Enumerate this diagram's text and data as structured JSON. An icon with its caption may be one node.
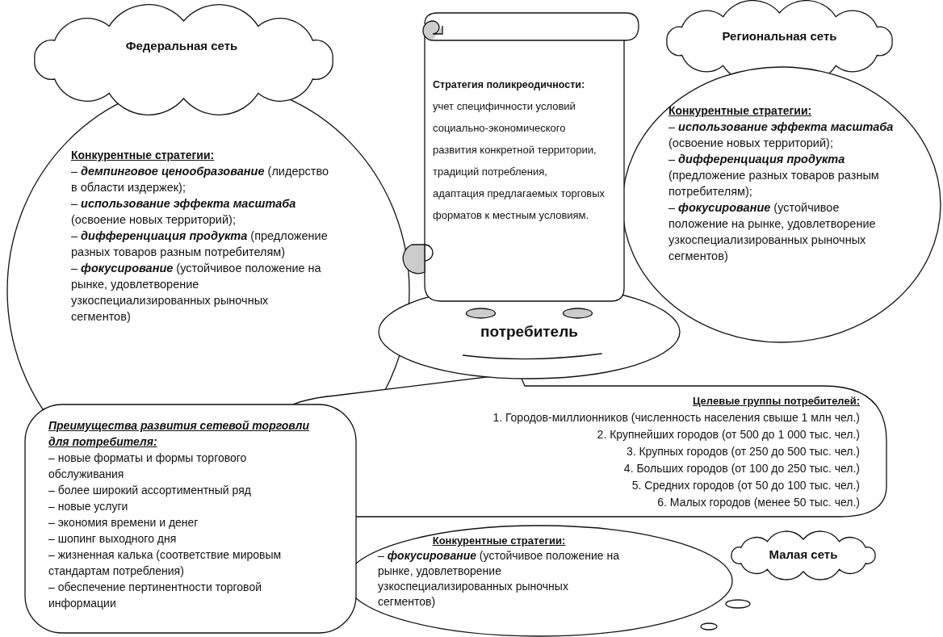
{
  "diagram": {
    "nodes": [
      {
        "text": [
          "Федеральная сеть"
        ]
      },
      {
        "text": [
          "Конкурентные стратегии:",
          "– **демпинговое ценообразование** (лидерство в области издержек);",
          "– **использование эффекта масштаба** (освоение новых территорий);",
          "– **дифференциация продукта** (предложение разных товаров разным потребителям)",
          "– **фокусирование** (устойчивое положение на рынке, удовлетворение узкоспециализированных рыночных сегментов)"
        ]
      },
      {
        "text": [
          "Стратегия поликреодичности:",
          "учет специфичности условий социально-экономического развития конкретной территории, традиций потребления,",
          "адаптация предлагаемых торговых форматов к местным условиям."
        ]
      },
      {
        "text": [
          "Региональная сеть"
        ]
      },
      {
        "text": [
          "Конкурентные стратегии:",
          "– **использование эффекта масштаба** (освоение новых территорий);",
          "– **дифференциация продукта** (предложение разных товаров разным потребителям);",
          "– **фокусирование** (устойчивое положение на рынке, удовлетворение узкоспециализированных рыночных сегментов)"
        ]
      },
      {
        "text": [
          "потребитель"
        ]
      },
      {
        "text": [
          "Целевые группы потребителей:",
          "1. Городов-миллионников (численность населения свыше 1 млн чел.)",
          "2. Крупнейших городов (от 500 до 1 000 тыс. чел.)",
          "3. Крупных городов (от 250 до 500 тыс. чел.)",
          "4. Больших городов (от 100 до 250 тыс. чел.)",
          "5. Средних городов (от 50 до 100 тыс. чел.)",
          "6. Малых городов (менее 50 тыс. чел.)"
        ]
      },
      {
        "text": [
          "Преимущества развития сетевой торговли для потребителя:",
          "– новые форматы и формы торгового обслуживания",
          "– более широкий ассортиментный ряд",
          "– новые услуги",
          "– экономия времени и денег",
          "– шопинг выходного дня",
          "– жизненная калька (соответствие мировым стандартам потребления)",
          "– обеспечение пертинентности торговой информации"
        ]
      },
      {
        "text": [
          "Конкурентные стратегии:",
          "– **фокусирование** (устойчивое положение на рынке, удовлетворение узкоспециализированных рыночных сегментов)"
        ]
      },
      {
        "text": [
          "Малая сеть"
        ]
      }
    ]
  }
}
